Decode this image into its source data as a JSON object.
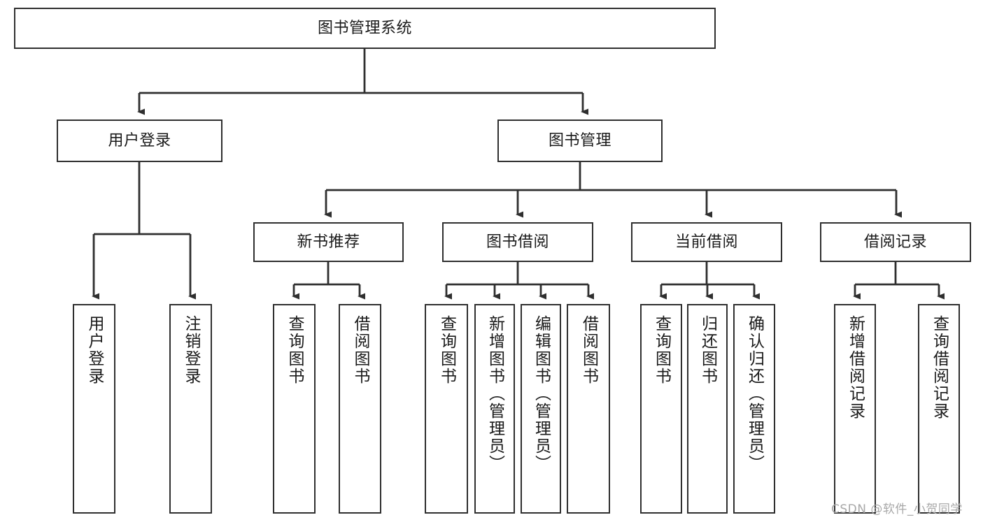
{
  "diagram": {
    "type": "tree",
    "title": "图书管理系统",
    "orientation": "top-down",
    "watermark": "CSDN @软件_小贺同学",
    "colors": {
      "stroke": "#2f2f2f",
      "fill": "#ffffff",
      "text": "#1a1a1a",
      "watermark": "#a8a8a8"
    },
    "nodes": {
      "root": {
        "label": "图书管理系统"
      },
      "level2": [
        {
          "id": "user-login",
          "label": "用户登录"
        },
        {
          "id": "book-manage",
          "label": "图书管理"
        }
      ],
      "level3": [
        {
          "id": "new-book-rec",
          "label": "新书推荐"
        },
        {
          "id": "book-borrow",
          "label": "图书借阅"
        },
        {
          "id": "current-borrow",
          "label": "当前借阅"
        },
        {
          "id": "borrow-record",
          "label": "借阅记录"
        }
      ],
      "leaves": {
        "user_login": [
          {
            "id": "leaf-user-login",
            "label": "用户登录"
          },
          {
            "id": "leaf-user-logout",
            "label": "注销登录"
          }
        ],
        "new_book_rec": [
          {
            "id": "leaf-query-book-1",
            "label": "查询图书"
          },
          {
            "id": "leaf-borrow-book-1",
            "label": "借阅图书"
          }
        ],
        "book_borrow": [
          {
            "id": "leaf-query-book-2",
            "label": "查询图书"
          },
          {
            "id": "leaf-add-book",
            "label": "新增图书（管理员）"
          },
          {
            "id": "leaf-edit-book",
            "label": "编辑图书（管理员）"
          },
          {
            "id": "leaf-borrow-book-2",
            "label": "借阅图书"
          }
        ],
        "current_borrow": [
          {
            "id": "leaf-query-book-3",
            "label": "查询图书"
          },
          {
            "id": "leaf-return-book",
            "label": "归还图书"
          },
          {
            "id": "leaf-confirm-return",
            "label": "确认归还（管理员）"
          }
        ],
        "borrow_record": [
          {
            "id": "leaf-add-record",
            "label": "新增借阅记录"
          },
          {
            "id": "leaf-query-record",
            "label": "查询借阅记录"
          }
        ]
      }
    }
  }
}
